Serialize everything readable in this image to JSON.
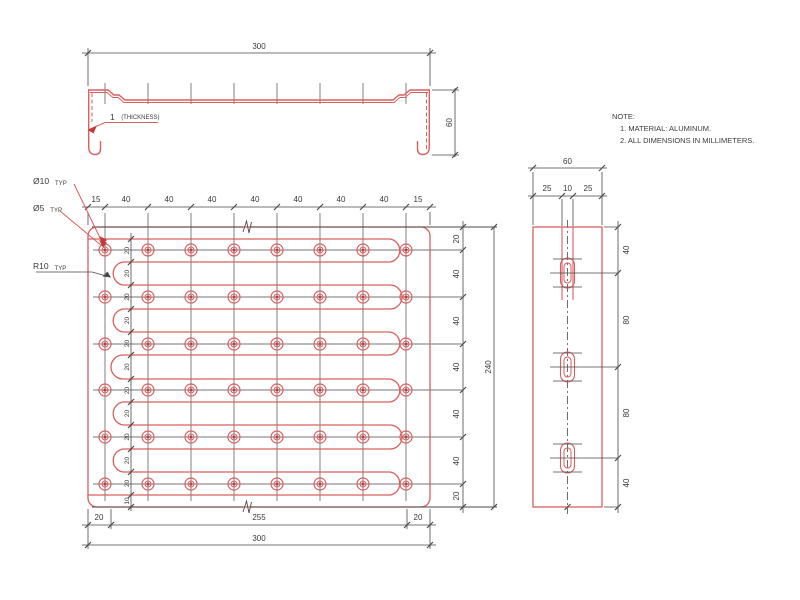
{
  "profile_view": {
    "width_total": "300",
    "height_dim": "60",
    "thickness_value": "1",
    "thickness_note": "(THICKNESS)"
  },
  "plan_view": {
    "top_chain": [
      "15",
      "40",
      "40",
      "40",
      "40",
      "40",
      "40",
      "40",
      "15"
    ],
    "right_chain": [
      "20",
      "40",
      "40",
      "40",
      "40",
      "40",
      "20"
    ],
    "height_total": "240",
    "bottom_chain": [
      "20",
      "255",
      "20"
    ],
    "width_total": "300",
    "internal_chain": [
      "20",
      "20",
      "20",
      "20",
      "20",
      "20",
      "20",
      "20",
      "20",
      "20",
      "20",
      "10"
    ],
    "callouts": {
      "dia10": "Ø10",
      "dia5": "Ø5",
      "radius": "R10",
      "typ": "TYP"
    }
  },
  "side_view": {
    "width_dim": "60",
    "top_chain": [
      "25",
      "10",
      "25"
    ],
    "right_chain": [
      "40",
      "80",
      "80",
      "40"
    ]
  },
  "notes": {
    "title": "NOTE:",
    "item1": "1. MATERIAL: ALUMINUM.",
    "item2": "2. ALL DIMENSIONS IN MILLIMETERS."
  },
  "colors": {
    "line_red": "#d95f5f",
    "line_dark": "#4a4a4a"
  }
}
